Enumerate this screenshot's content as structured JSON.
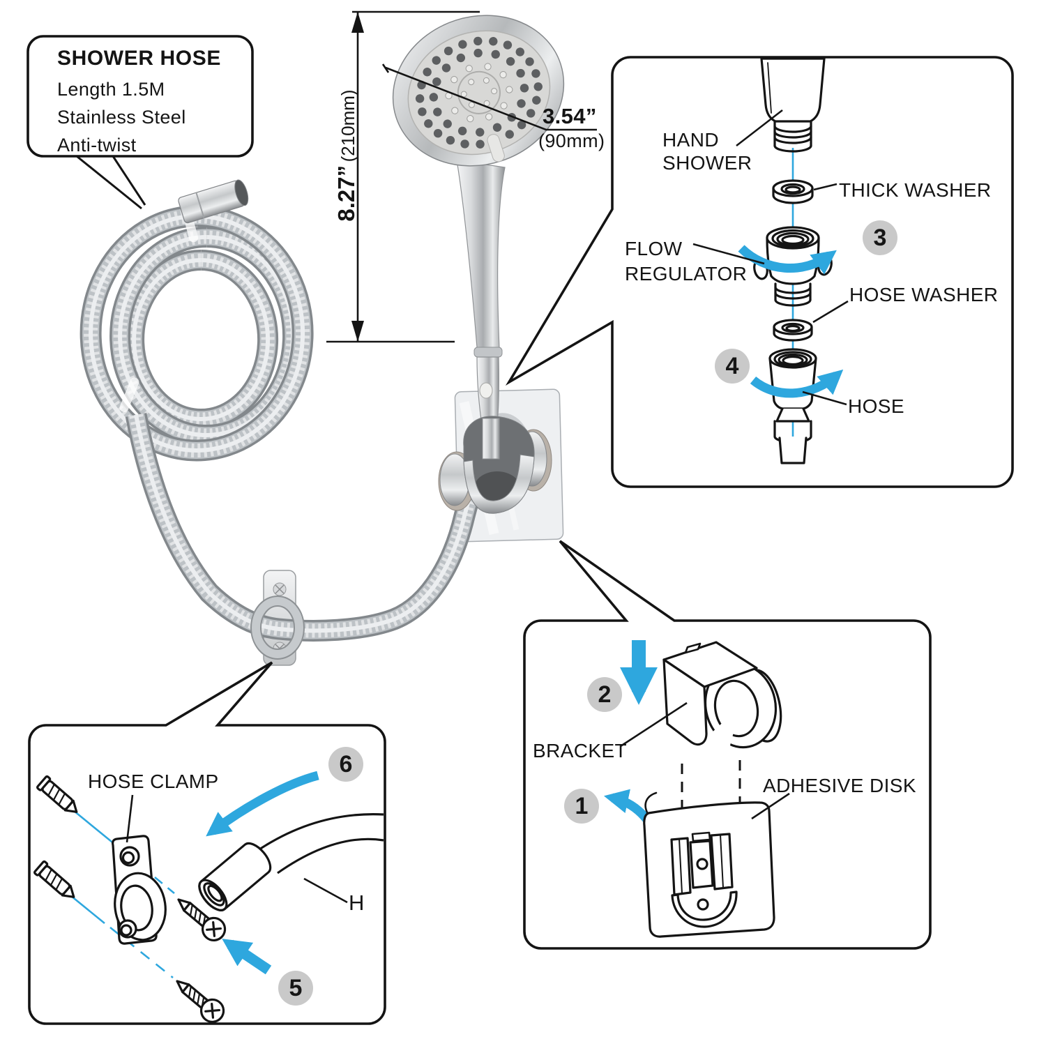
{
  "colors": {
    "accent_blue": "#2EA7DE",
    "step_badge_gray": "#C9C9C9",
    "line_black": "#141414"
  },
  "hose_callout": {
    "title": "SHOWER HOSE",
    "specs": [
      "Length 1.5M",
      "Stainless Steel",
      "Anti-twist"
    ]
  },
  "dimensions": {
    "height_in": "8.27”",
    "height_mm": "(210mm)",
    "width_in": "3.54”",
    "width_mm": "(90mm)"
  },
  "connection": {
    "hand_shower": "HAND SHOWER",
    "thick_washer": "THICK WASHER",
    "flow_regulator": "FLOW REGULATOR",
    "hose_washer": "HOSE WASHER",
    "hose": "HOSE",
    "step_regulator": "3",
    "step_hose": "4"
  },
  "wall_mount": {
    "bracket": "BRACKET",
    "adhesive_disk": "ADHESIVE DISK",
    "step_peel": "1",
    "step_slide": "2"
  },
  "hose_fixing": {
    "hose_clamp": "HOSE CLAMP",
    "hose_short": "H",
    "step_route": "6",
    "step_screw": "5"
  }
}
